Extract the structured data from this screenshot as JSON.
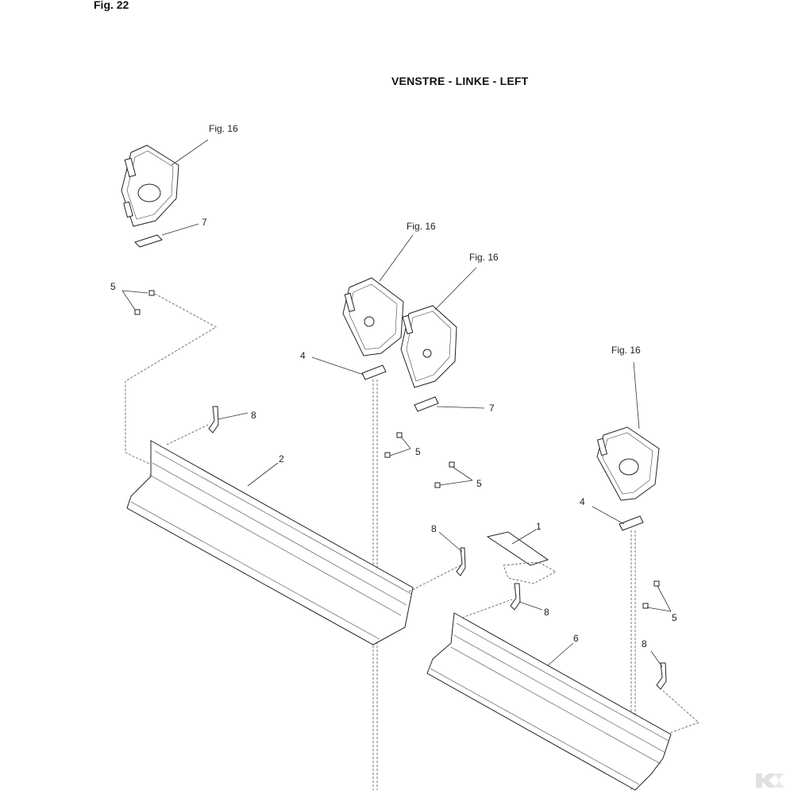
{
  "header": {
    "figure_label": "Fig. 22"
  },
  "title": "VENSTRE - LINKE - LEFT",
  "callouts": {
    "fig16_a": "Fig. 16",
    "fig16_b": "Fig. 16",
    "fig16_c": "Fig. 16",
    "fig16_d": "Fig. 16",
    "p7_a": "7",
    "p7_b": "7",
    "p5_a": "5",
    "p5_b": "5",
    "p5_c": "5",
    "p5_d": "5",
    "p4_a": "4",
    "p4_b": "4",
    "p8_a": "8",
    "p8_b": "8",
    "p8_c": "8",
    "p8_d": "8",
    "p2": "2",
    "p1": "1",
    "p6": "6"
  }
}
